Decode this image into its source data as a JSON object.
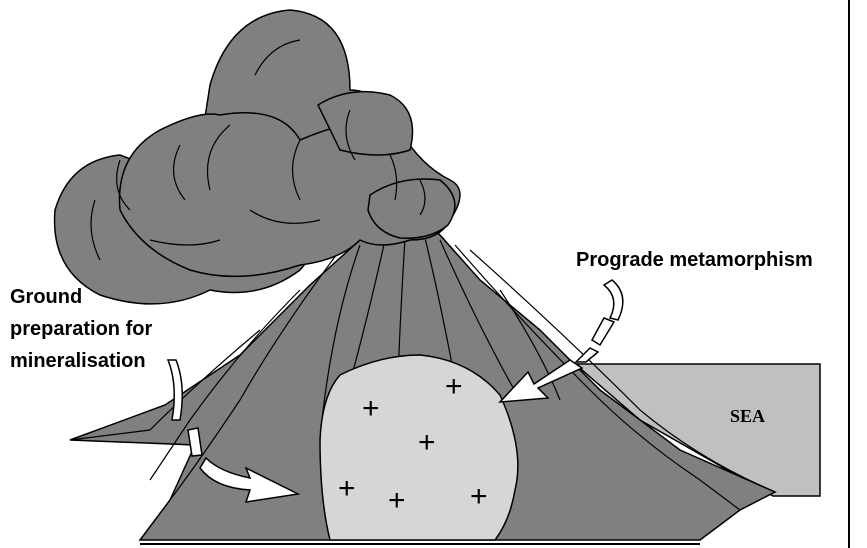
{
  "labels": {
    "prograde": "Prograde metamorphism",
    "ground_line1": "Ground",
    "ground_line2": "preparation for",
    "ground_line3": "mineralisation",
    "sea": "SEA"
  },
  "pluton_symbol": "+",
  "colors": {
    "volcano": "#808080",
    "cloud": "#808080",
    "pluton": "#d6d6d6",
    "sea": "#c0c0c0",
    "outline": "#000000",
    "arrow_fill": "#ffffff"
  }
}
